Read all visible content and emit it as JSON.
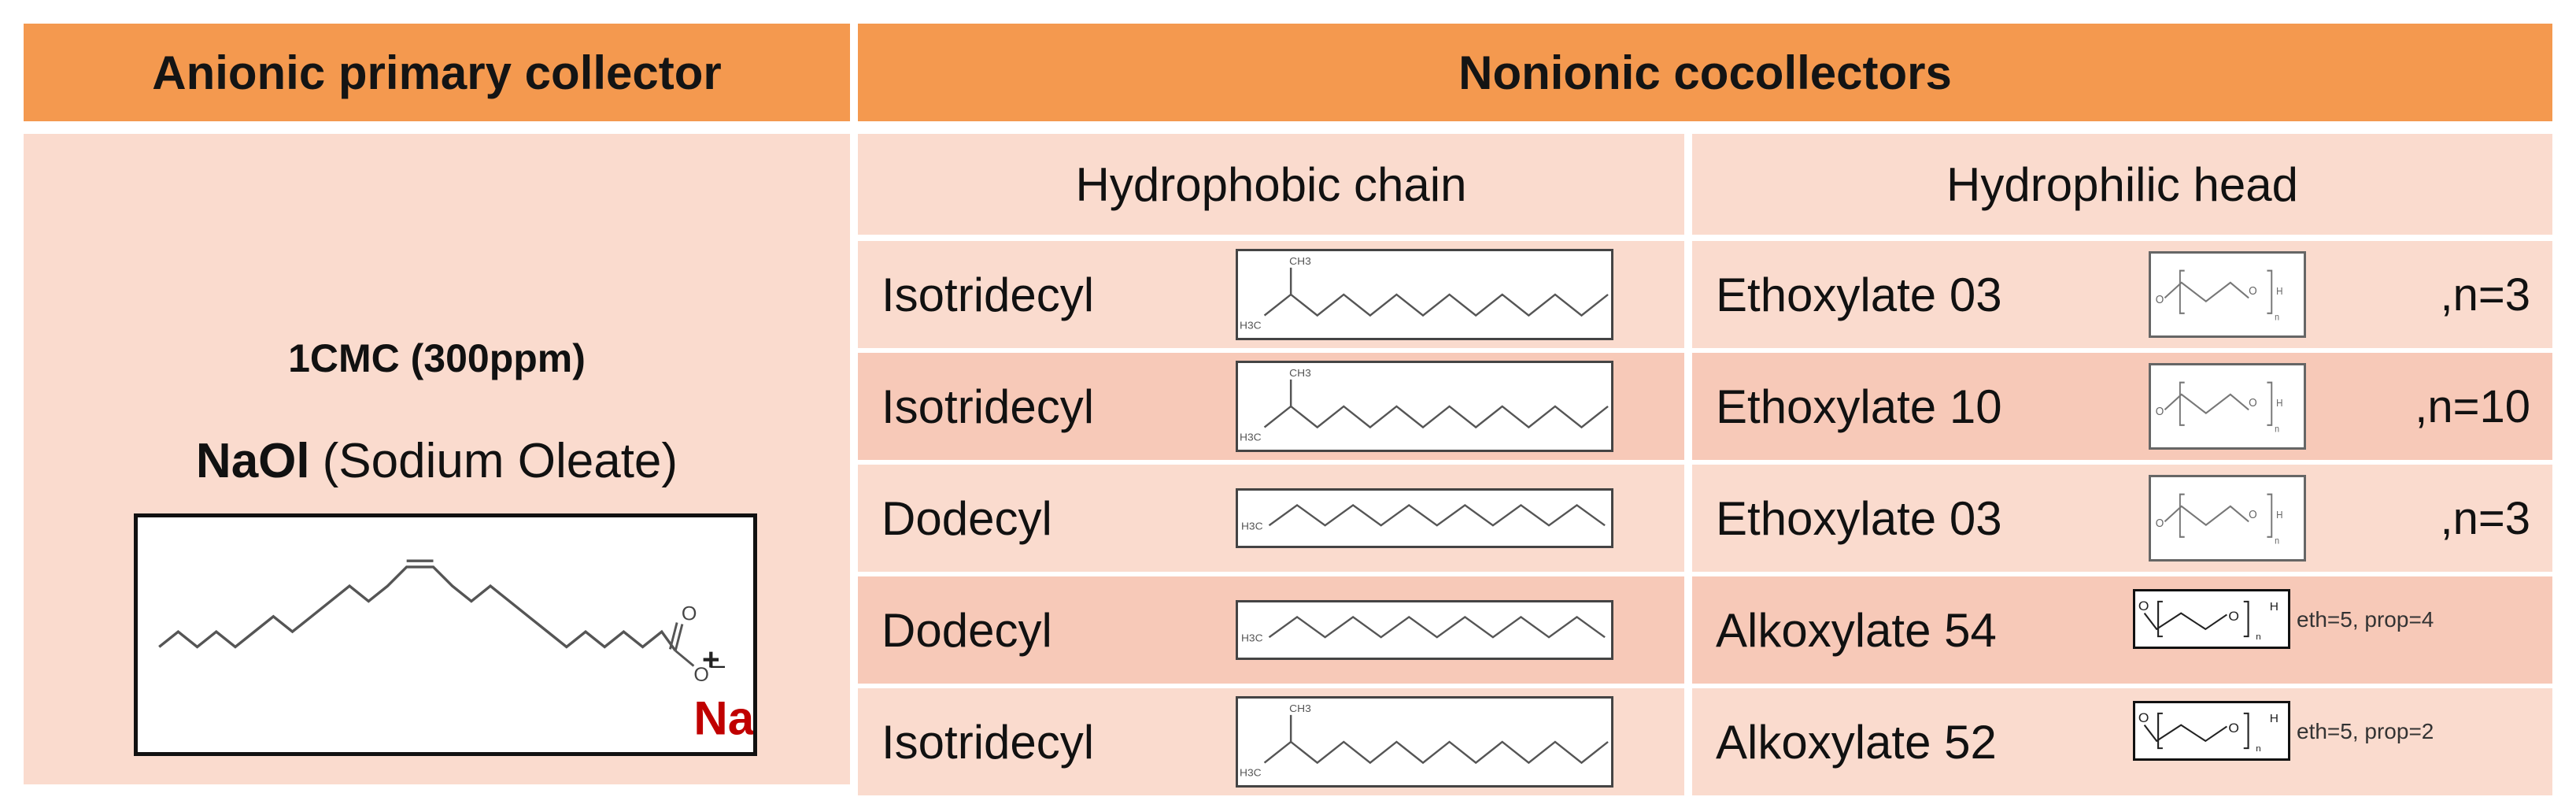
{
  "header": {
    "left_title": "Anionic primary collector",
    "right_title": "Nonionic cocollectors"
  },
  "primary": {
    "concentration": "1CMC (300ppm)",
    "name_bold": "NaOl",
    "name_rest": "(Sodium Oleate)",
    "cation_charge": "+",
    "cation": "Na",
    "anion_charge": "–",
    "o_label": "O"
  },
  "cocollectors": {
    "col1_header": "Hydrophobic chain",
    "col2_header": "Hydrophilic head",
    "rows": [
      {
        "chain": "Isotridecyl",
        "chain_type": "branched",
        "head": "Ethoxylate 03",
        "head_type": "ethoxylate",
        "note": ",n=3"
      },
      {
        "chain": "Isotridecyl",
        "chain_type": "branched",
        "head": "Ethoxylate 10",
        "head_type": "ethoxylate",
        "note": ",n=10"
      },
      {
        "chain": "Dodecyl",
        "chain_type": "linear",
        "head": "Ethoxylate 03",
        "head_type": "ethoxylate",
        "note": ",n=3"
      },
      {
        "chain": "Dodecyl",
        "chain_type": "linear",
        "head": "Alkoxylate 54",
        "head_type": "alkoxylate",
        "note": "eth=5, prop=4"
      },
      {
        "chain": "Isotridecyl",
        "chain_type": "branched",
        "head": "Alkoxylate 52",
        "head_type": "alkoxylate",
        "note": "eth=5, prop=2"
      }
    ]
  },
  "colors": {
    "header": "#F4994F",
    "pink_light": "#FADBCE",
    "pink_dark": "#F7C9B8",
    "sodium_red": "#C00000"
  }
}
